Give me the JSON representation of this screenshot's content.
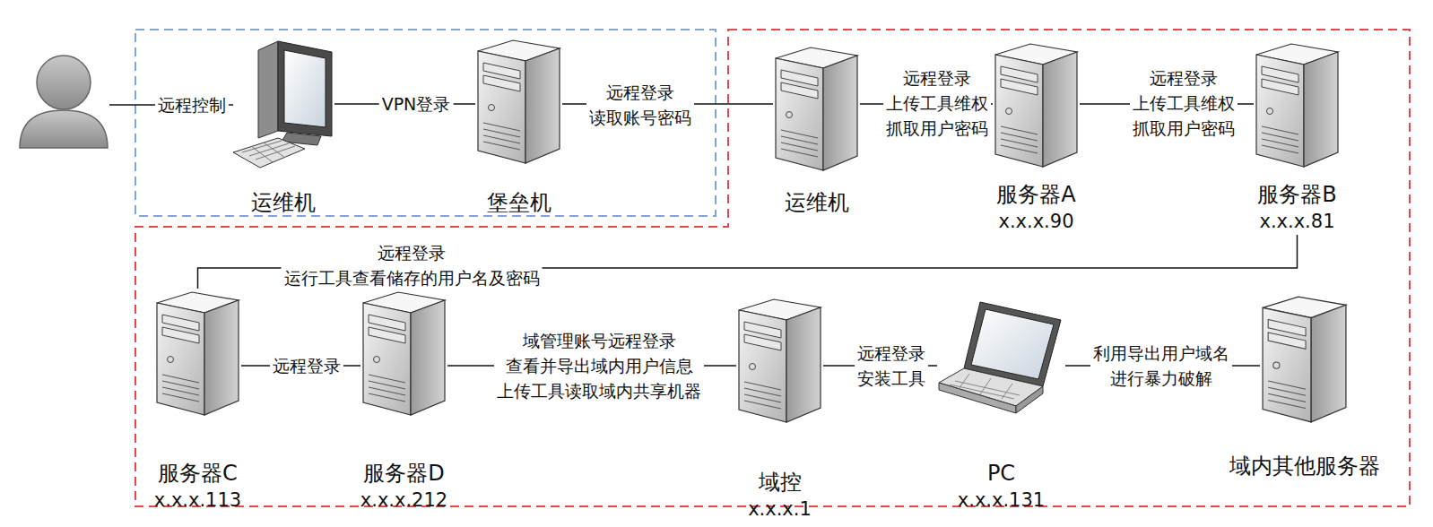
{
  "diagram": {
    "nodes": [
      {
        "text": [
          "运维机"
        ]
      },
      {
        "text": [
          "堡垒机"
        ]
      },
      {
        "text": [
          "运维机"
        ]
      },
      {
        "text": [
          "服务器A",
          "x.x.x.90"
        ]
      },
      {
        "text": [
          "服务器B",
          "x.x.x.81"
        ]
      },
      {
        "text": [
          "服务器C",
          "x.x.x.113"
        ]
      },
      {
        "text": [
          "服务器D",
          "x.x.x.212"
        ]
      },
      {
        "text": [
          "域控",
          "x.x.x.1"
        ]
      },
      {
        "text": [
          "PC",
          "x.x.x.131"
        ]
      },
      {
        "text": [
          "域内其他服务器"
        ]
      }
    ],
    "edges": [
      {
        "from": 0,
        "to": 1,
        "arrow": "none",
        "label": "VPN登录"
      },
      {
        "from": 1,
        "to": 2,
        "arrow": "none",
        "label": "远程登录 读取账号密码"
      },
      {
        "from": 2,
        "to": 3,
        "arrow": "none",
        "label": "远程登录 上传工具维权 抓取用户密码"
      },
      {
        "from": 3,
        "to": 4,
        "arrow": "none",
        "label": "远程登录 上传工具维权 抓取用户密码"
      },
      {
        "from": 4,
        "to": 5,
        "arrow": "none",
        "label": "远程登录 运行工具查看储存的用户名及密码"
      },
      {
        "from": 5,
        "to": 6,
        "arrow": "none",
        "label": "远程登录"
      },
      {
        "from": 6,
        "to": 7,
        "arrow": "none",
        "label": "域管理账号远程登录 查看并导出域内用户信息 上传工具读取域内共享机器"
      },
      {
        "from": 7,
        "to": 8,
        "arrow": "none",
        "label": "远程登录 安装工具"
      },
      {
        "from": 8,
        "to": 9,
        "arrow": "none",
        "label": "利用导出用户域名 进行暴力破解"
      }
    ],
    "labels": [
      "远程控制"
    ]
  }
}
